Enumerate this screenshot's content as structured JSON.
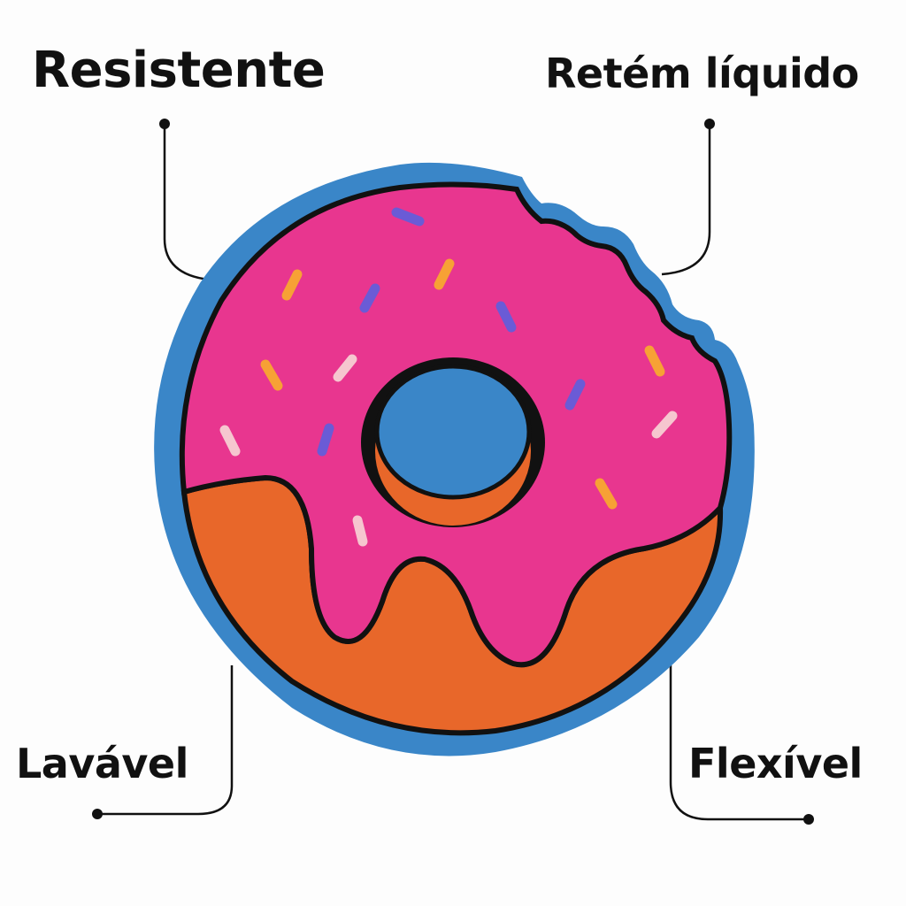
{
  "labels": {
    "resistente": "Resistente",
    "retem_liquido": "Retém líquido",
    "lavavel": "Lavável",
    "flexivel": "Flexível"
  },
  "image": {
    "subject": "donut-coaster-icon"
  },
  "colors": {
    "border": "#3a86c8",
    "frosting": "#e8368f",
    "dough": "#e8672a",
    "hole": "#3a86c8",
    "outline": "#111111",
    "sprinkle_orange": "#f7a135",
    "sprinkle_purple": "#6a5bd6",
    "sprinkle_pink": "#f6c6cf",
    "leader_line": "#111111"
  }
}
